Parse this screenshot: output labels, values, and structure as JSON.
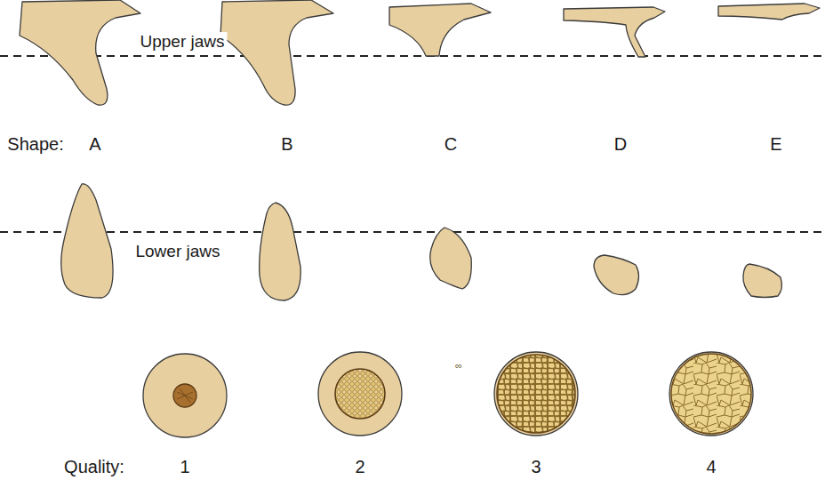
{
  "diagram": {
    "labels": [
      "Upper jaws",
      "Shape:",
      "A",
      "B",
      "C",
      "D",
      "E",
      "Lower jaws",
      "∞",
      "Quality:",
      "1",
      "2",
      "3",
      "4"
    ]
  }
}
